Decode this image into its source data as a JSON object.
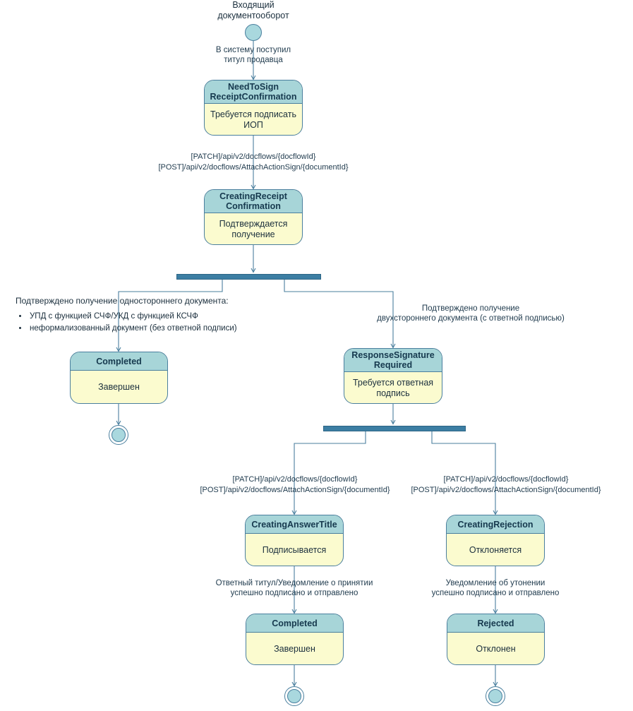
{
  "diagram": {
    "title": "Входящий\nдокументооборот",
    "colors": {
      "header_fill": "#a7d5d8",
      "body_fill": "#fbfbcf",
      "stroke": "#4a7f9e",
      "fork_bar": "#3c7ea3",
      "node_fill": "#a9d8de",
      "text": "#1b2f3d"
    }
  },
  "start_node": {
    "name": "start"
  },
  "transitions": {
    "start_to_needtosign": "В систему поступил\nтитул продавца",
    "needtosign_to_creatingreceipt": "[PATCH]/api/v2/docflows/{docflowId}\n[POST]/api/v2/docflows/AttachActionSign/{documentId}",
    "fork1_left_title": "Подтверждено получение одностороннего документа:",
    "fork1_left_items": [
      "УПД с функцией СЧФ/УКД с функцией КСЧФ",
      "неформализованный документ (без ответной подписи)"
    ],
    "fork1_right": "Подтверждено получение\nдвухстороннего документа (с ответной подписью)",
    "fork2_left_api": "[PATCH]/api/v2/docflows/{docflowId}\n[POST]/api/v2/docflows/AttachActionSign/{documentId}",
    "fork2_right_api": "[PATCH]/api/v2/docflows/{docflowId}\n[POST]/api/v2/docflows/AttachActionSign/{documentId}",
    "answertitle_to_completed": "Ответный титул/Уведомление о принятии\nуспешно подписано и отправлено",
    "rejection_to_rejected": "Уведомление об утонении\nуспешно подписано и отправлено"
  },
  "states": {
    "need_to_sign": {
      "header": "NeedToSign\nReceiptConfirmation",
      "body": "Требуется подписать\nИОП"
    },
    "creating_receipt": {
      "header": "CreatingReceipt\nConfirmation",
      "body": "Подтверждается\nполучение"
    },
    "completed_left": {
      "header": "Completed",
      "body": "Завершен"
    },
    "response_signature_required": {
      "header": "ResponseSignature\nRequired",
      "body": "Требуется ответная\nподпись"
    },
    "creating_answer_title": {
      "header": "CreatingAnswerTitle",
      "body": "Подписывается"
    },
    "creating_rejection": {
      "header": "CreatingRejection",
      "body": "Отклоняется"
    },
    "completed_bottom": {
      "header": "Completed",
      "body": "Завершен"
    },
    "rejected": {
      "header": "Rejected",
      "body": "Отклонен"
    }
  }
}
